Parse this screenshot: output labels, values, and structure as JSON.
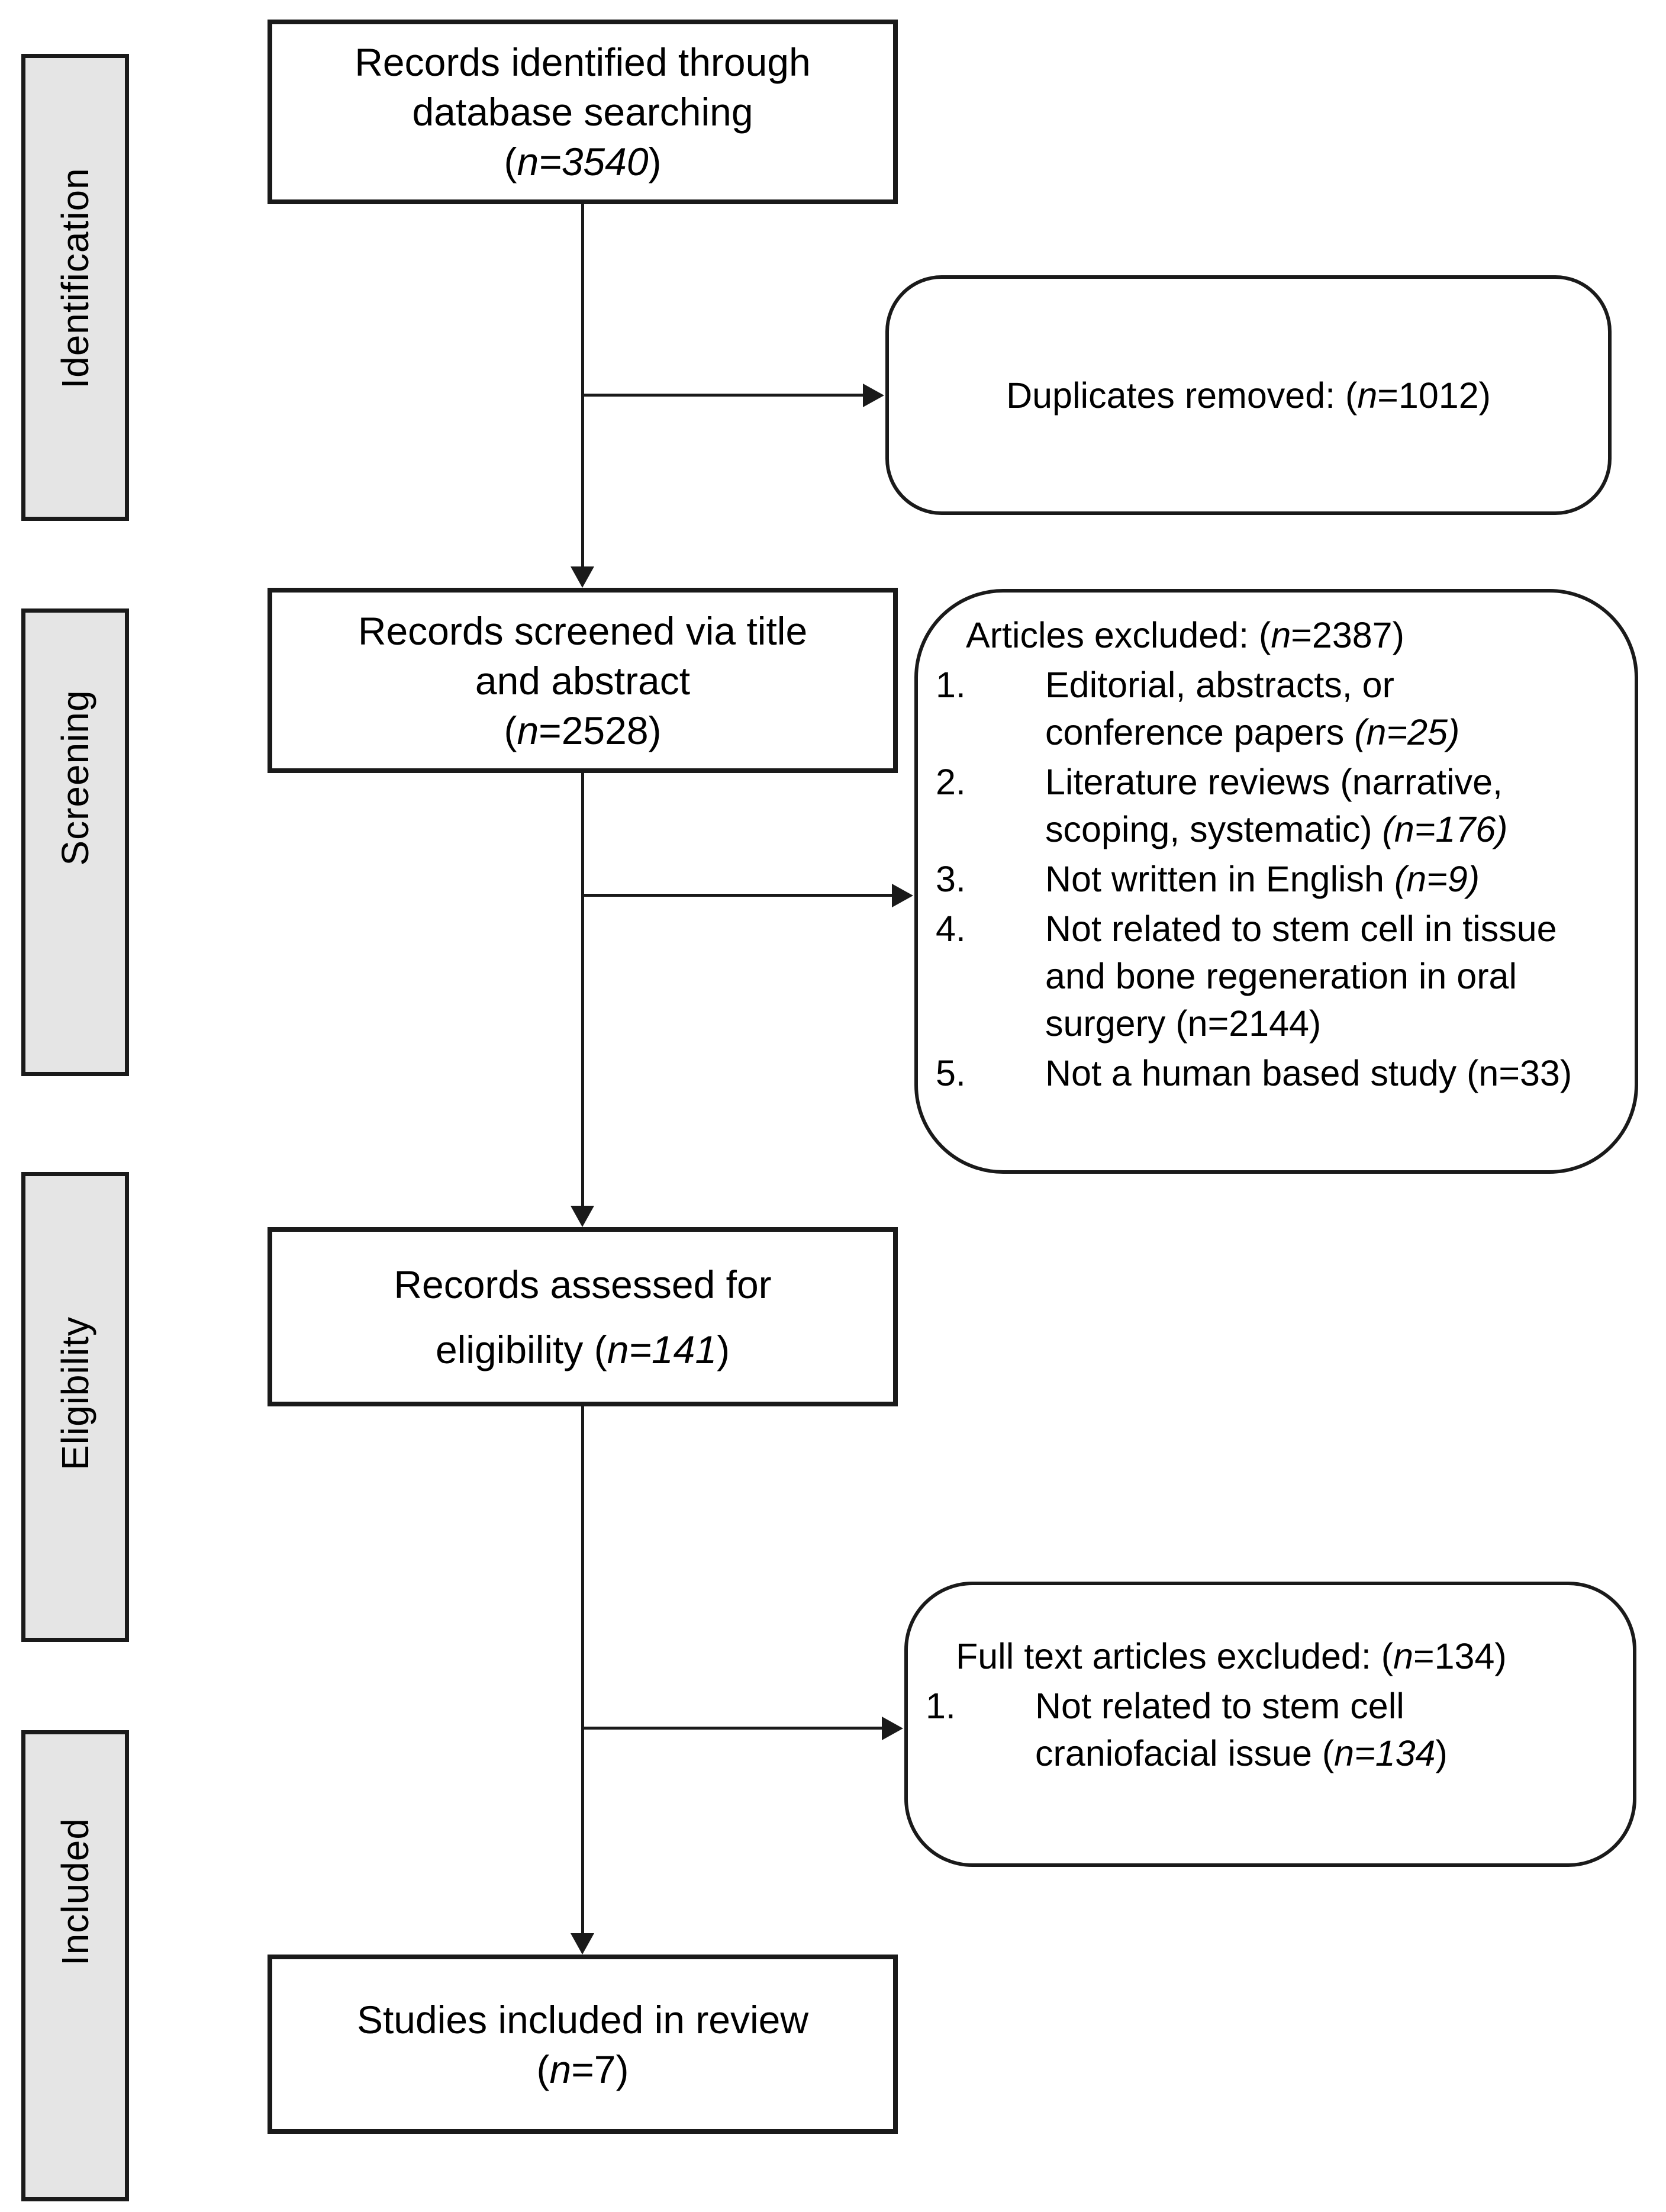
{
  "colors": {
    "background": "#ffffff",
    "border": "#1a1a1a",
    "sidebar_fill": "#e5e5e5",
    "text": "#000000"
  },
  "sidebar": {
    "stages": [
      {
        "label": "Identification"
      },
      {
        "label": "Screening"
      },
      {
        "label": "Eligibility"
      },
      {
        "label": "Included"
      }
    ]
  },
  "flow": {
    "identified": {
      "lines": [
        [
          {
            "t": "Records identified through"
          }
        ],
        [
          {
            "t": "database searching"
          }
        ],
        [
          {
            "t": "("
          },
          {
            "t": "n=3540",
            "i": true
          },
          {
            "t": ")"
          }
        ]
      ]
    },
    "duplicates_removed": {
      "lines": [
        [
          {
            "t": "Duplicates removed: ("
          },
          {
            "t": "n",
            "i": true
          },
          {
            "t": "=1012)"
          }
        ]
      ]
    },
    "screened": {
      "lines": [
        [
          {
            "t": "Records screened via title"
          }
        ],
        [
          {
            "t": "and abstract"
          }
        ],
        [
          {
            "t": "("
          },
          {
            "t": "n",
            "i": true
          },
          {
            "t": "=2528)"
          }
        ]
      ]
    },
    "articles_excluded": {
      "header": [
        [
          {
            "t": "Articles excluded: ("
          },
          {
            "t": "n",
            "i": true
          },
          {
            "t": "=2387)"
          }
        ]
      ],
      "items": [
        {
          "num": "1.",
          "lines": [
            [
              {
                "t": "Editorial, abstracts, or"
              }
            ],
            [
              {
                "t": "conference papers "
              },
              {
                "t": "(n=25)",
                "i": true
              }
            ]
          ]
        },
        {
          "num": "2.",
          "lines": [
            [
              {
                "t": "Literature reviews (narrative,"
              }
            ],
            [
              {
                "t": "scoping, systematic) "
              },
              {
                "t": "(n=176)",
                "i": true
              }
            ]
          ]
        },
        {
          "num": "3.",
          "lines": [
            [
              {
                "t": "Not written in English "
              },
              {
                "t": "(n=9)",
                "i": true
              }
            ]
          ]
        },
        {
          "num": "4.",
          "lines": [
            [
              {
                "t": "Not related to stem cell in tissue"
              }
            ],
            [
              {
                "t": "and bone regeneration in oral"
              }
            ],
            [
              {
                "t": "surgery (n=2144)"
              }
            ]
          ]
        },
        {
          "num": "5.",
          "lines": [
            [
              {
                "t": "Not a human based study (n=33)"
              }
            ]
          ]
        }
      ]
    },
    "assessed": {
      "lines": [
        [
          {
            "t": "Records assessed for"
          }
        ],
        [
          {
            "t": "eligibility ("
          },
          {
            "t": "n=141",
            "i": true
          },
          {
            "t": ")"
          }
        ]
      ]
    },
    "fulltext_excluded": {
      "header": [
        [
          {
            "t": "Full text articles excluded: ("
          },
          {
            "t": "n",
            "i": true
          },
          {
            "t": "=134)"
          }
        ]
      ],
      "items": [
        {
          "num": "1.",
          "lines": [
            [
              {
                "t": "Not related to stem cell"
              }
            ],
            [
              {
                "t": "craniofacial issue ("
              },
              {
                "t": "n=134",
                "i": true
              },
              {
                "t": ")"
              }
            ]
          ]
        }
      ]
    },
    "included": {
      "lines": [
        [
          {
            "t": "Studies included in review"
          }
        ],
        [
          {
            "t": "("
          },
          {
            "t": "n",
            "i": true
          },
          {
            "t": "=7)"
          }
        ]
      ]
    }
  }
}
